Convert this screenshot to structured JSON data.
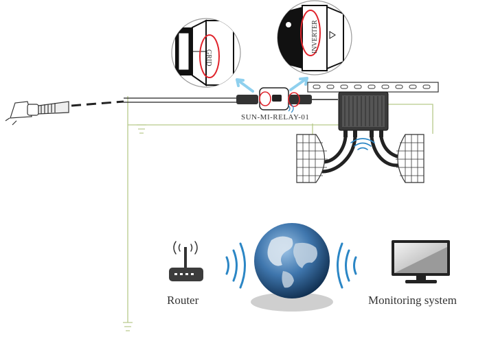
{
  "labels": {
    "grid": "GRID",
    "inverter": "INVERTER",
    "relay": "SUN-MI-RELAY-01",
    "router": "Router",
    "monitoring": "Monitoring system"
  },
  "colors": {
    "highlight": "#e0242c",
    "ground_wire": "#b7c98a",
    "wave": "#2b86c5",
    "cable": "#222222",
    "arrow": "#8fd0ee",
    "globe": "#2f5f8f"
  },
  "icons": [
    "plug-icon",
    "router-icon",
    "globe-icon",
    "monitor-icon",
    "wifi-icon",
    "ground-icon"
  ]
}
